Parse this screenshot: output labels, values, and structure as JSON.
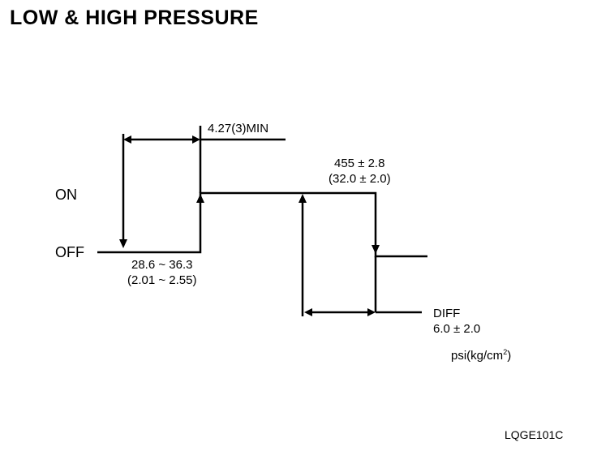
{
  "title": "LOW & HIGH PRESSURE",
  "states": {
    "on": "ON",
    "off": "OFF"
  },
  "annotations": {
    "delay": "4.27(3)MIN",
    "high_cutout_psi": "455 ± 2.8",
    "high_cutout_kg": "(32.0 ± 2.0)",
    "low_range_psi": "28.6 ~ 36.3",
    "low_range_kg": "(2.01 ~ 2.55)",
    "diff_label": "DIFF",
    "diff_value": "6.0 ± 2.0",
    "units_base": "psi(kg/cm",
    "units_sup": "2",
    "units_end": ")"
  },
  "figure_code": "LQGE101C"
}
